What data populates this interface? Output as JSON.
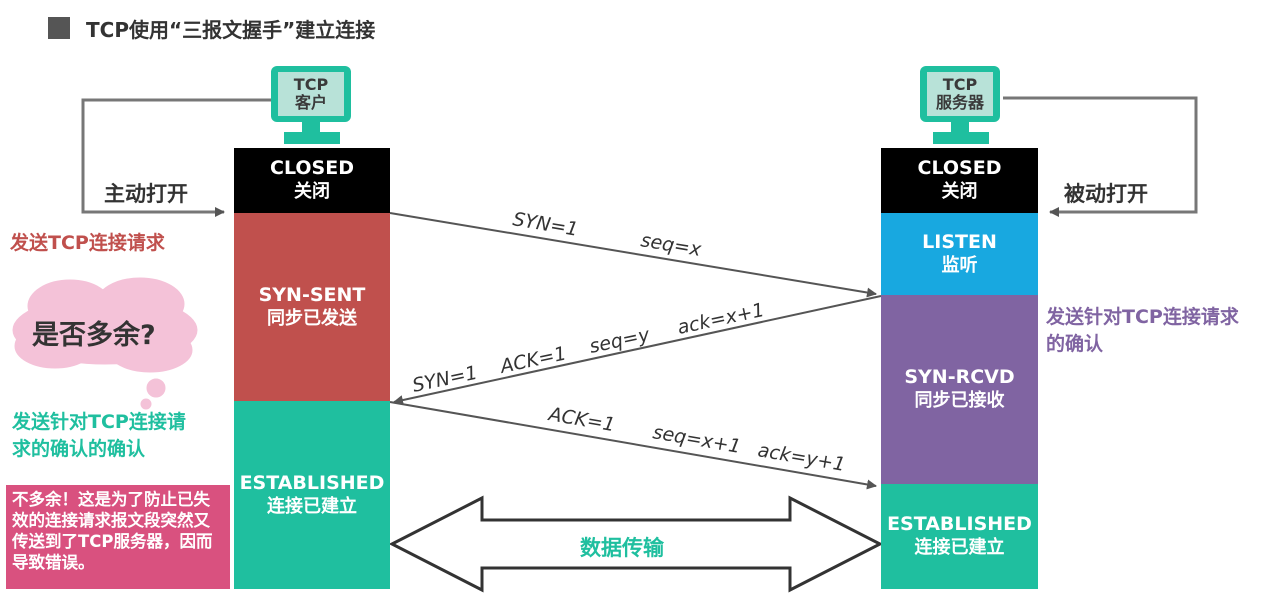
{
  "title": "TCP使用“三报文握手”建立连接",
  "client": {
    "line1": "TCP",
    "line2": "客户"
  },
  "server": {
    "line1": "TCP",
    "line2": "服务器"
  },
  "active_open": "主动打开",
  "passive_open": "被动打开",
  "client_states": [
    {
      "en": "CLOSED",
      "zh": "关闭"
    },
    {
      "en": "SYN-SENT",
      "zh": "同步已发送"
    },
    {
      "en": "ESTABLISHED",
      "zh": "连接已建立"
    }
  ],
  "server_states": [
    {
      "en": "CLOSED",
      "zh": "关闭"
    },
    {
      "en": "LISTEN",
      "zh": "监听"
    },
    {
      "en": "SYN-RCVD",
      "zh": "同步已接收"
    },
    {
      "en": "ESTABLISHED",
      "zh": "连接已建立"
    }
  ],
  "messages": {
    "m1": [
      "SYN=1",
      "seq=x"
    ],
    "m2": [
      "SYN=1",
      "ACK=1",
      "seq=y",
      "ack=x+1"
    ],
    "m3": [
      "ACK=1",
      "seq=x+1",
      "ack=y+1"
    ]
  },
  "data_transfer": "数据传输",
  "notes": {
    "send_request": "发送TCP连接请求",
    "send_ack_server": [
      "发送针对TCP连接请求",
      "的确认"
    ],
    "send_ack_client": [
      "发送针对TCP连接请",
      "求的确认的确认"
    ],
    "redundant_question": "是否多余?",
    "answer": "不多余！这是为了防止已失效的连接请求报文段突然又传送到了TCP服务器，因而导致错误。"
  },
  "colors": {
    "closed": "#000000",
    "syn_sent": "#c0504d",
    "established": "#1fbf9f",
    "listen": "#18a8e0",
    "syn_rcvd": "#8064a2",
    "answer_box": "#d9517f",
    "cloud": "#f4c2d8"
  }
}
